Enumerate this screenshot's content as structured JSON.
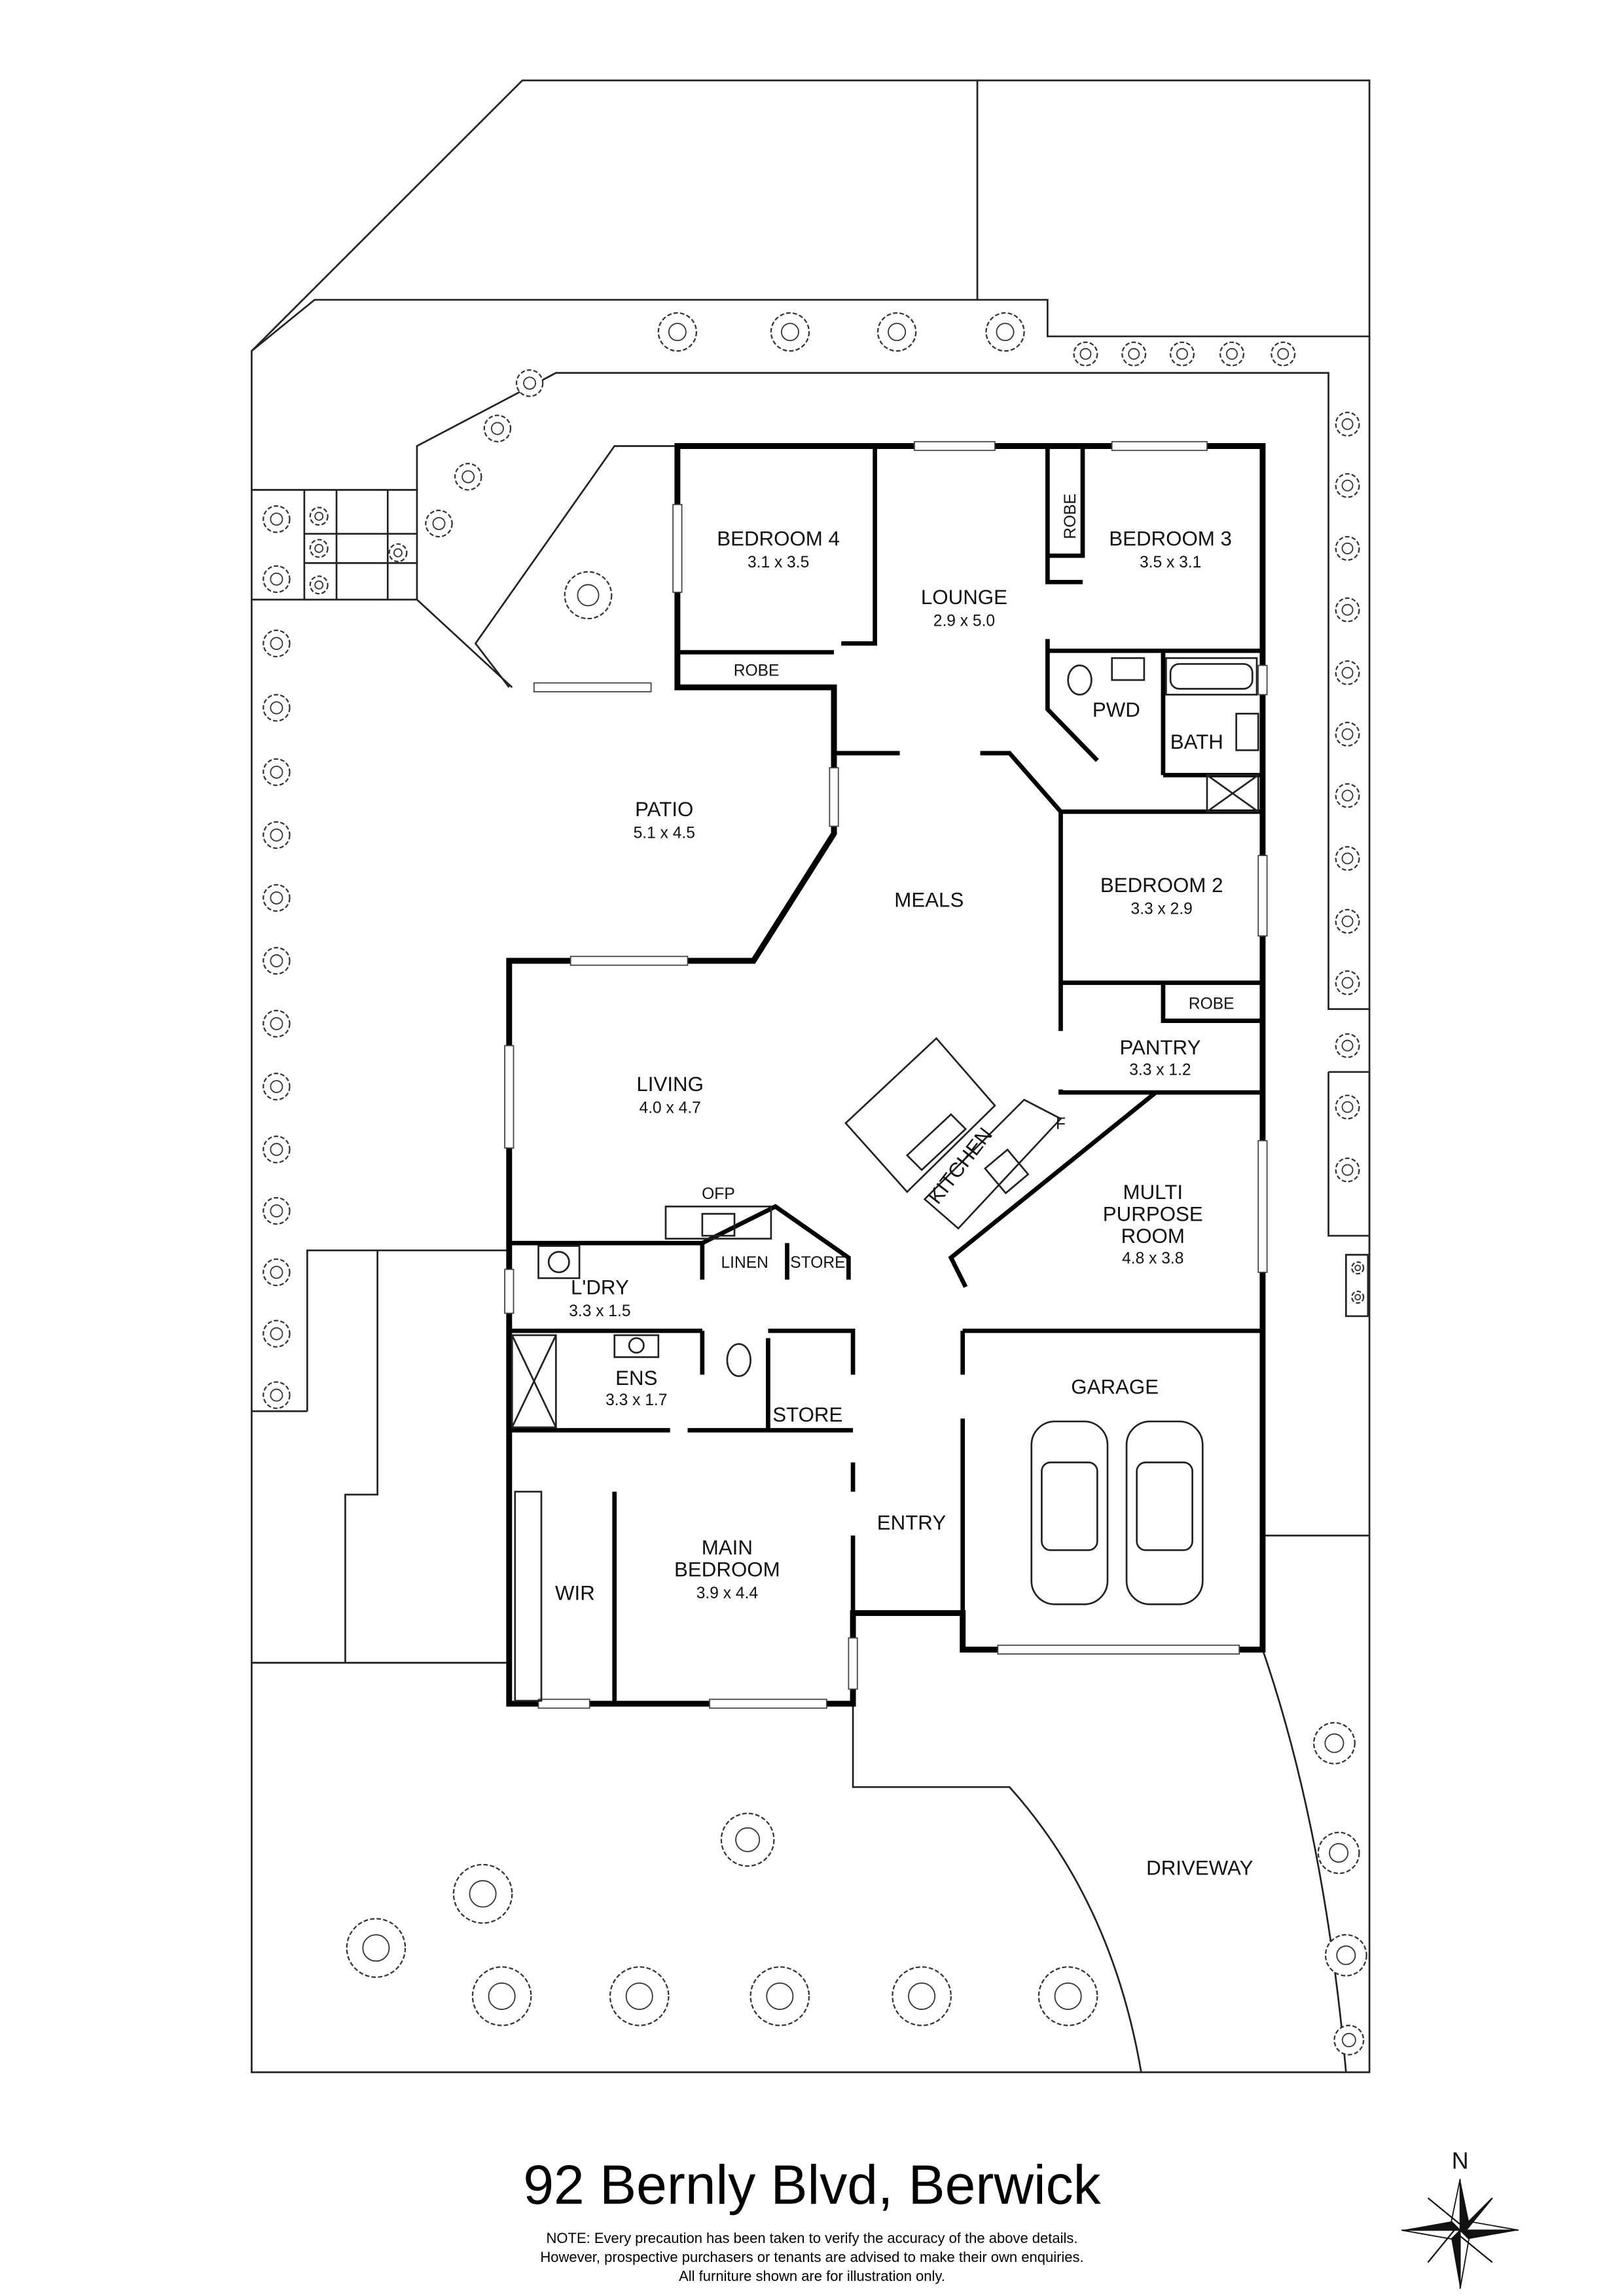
{
  "address": "92 Bernly Blvd, Berwick",
  "note": [
    "NOTE: Every precaution has been taken to verify the accuracy of the above details.",
    "However, prospective purchasers or tenants are advised to make their own enquiries.",
    "All furniture shown are for illustration only."
  ],
  "compass": {
    "label": "N"
  },
  "rooms": {
    "bedroom4": {
      "name": "BEDROOM 4",
      "dim": "3.1 x 3.5"
    },
    "lounge": {
      "name": "LOUNGE",
      "dim": "2.9 x 5.0"
    },
    "bedroom3": {
      "name": "BEDROOM 3",
      "dim": "3.5 x 3.1"
    },
    "robe_b3": {
      "name": "ROBE"
    },
    "robe_b4": {
      "name": "ROBE"
    },
    "pwd": {
      "name": "PWD"
    },
    "bath": {
      "name": "BATH"
    },
    "patio": {
      "name": "PATIO",
      "dim": "5.1 x 4.5"
    },
    "meals": {
      "name": "MEALS"
    },
    "bedroom2": {
      "name": "BEDROOM 2",
      "dim": "3.3 x 2.9"
    },
    "robe_b2": {
      "name": "ROBE"
    },
    "pantry": {
      "name": "PANTRY",
      "dim": "3.3 x 1.2"
    },
    "living": {
      "name": "LIVING",
      "dim": "4.0 x 4.7"
    },
    "kitchen": {
      "name": "KITCHEN"
    },
    "fridge": {
      "name": "F"
    },
    "multi": {
      "name1": "MULTI",
      "name2": "PURPOSE",
      "name3": "ROOM",
      "dim": "4.8 x 3.8"
    },
    "ofp": {
      "name": "OFP"
    },
    "ldry": {
      "name": "L'DRY",
      "dim": "3.3 x 1.5"
    },
    "linen": {
      "name": "LINEN"
    },
    "store1": {
      "name": "STORE"
    },
    "ens": {
      "name": "ENS",
      "dim": "3.3 x 1.7"
    },
    "store2": {
      "name": "STORE"
    },
    "garage": {
      "name": "GARAGE"
    },
    "entry": {
      "name": "ENTRY"
    },
    "wir": {
      "name": "WIR"
    },
    "main_bedroom": {
      "name1": "MAIN",
      "name2": "BEDROOM",
      "dim": "3.9 x 4.4"
    },
    "driveway": {
      "name": "DRIVEWAY"
    }
  }
}
